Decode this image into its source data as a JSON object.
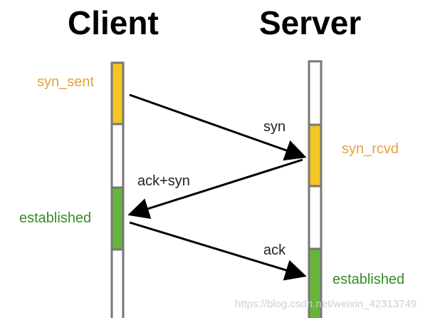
{
  "titles": {
    "client": "Client",
    "server": "Server"
  },
  "states": {
    "client_syn_sent": "syn_sent",
    "server_syn_rcvd": "syn_rcvd",
    "client_established": "established",
    "server_established": "established"
  },
  "messages": {
    "syn": "syn",
    "ack_syn": "ack+syn",
    "ack": "ack"
  },
  "watermark": "https://blog.csdn.net/weixin_42313749",
  "colors": {
    "yellow": "#f4c623",
    "green": "#66b53a",
    "state_orange": "#e6a23c",
    "state_green": "#3a8a2a",
    "timeline_border": "#777777",
    "arrow": "#000000"
  }
}
